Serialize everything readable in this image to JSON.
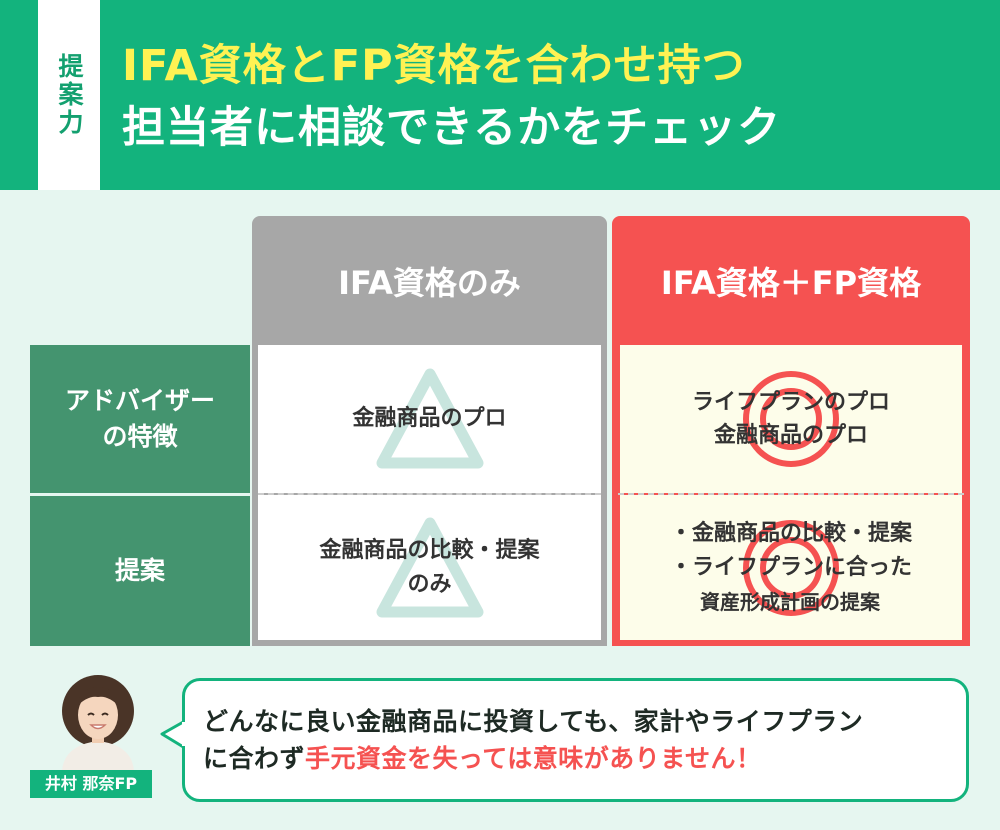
{
  "header": {
    "tag": "提案力",
    "title_line1": "IFA資格とFP資格を合わせ持つ",
    "title_line2": "担当者に相談できるかをチェック"
  },
  "columns": [
    {
      "label": "IFA資格のみ",
      "color": "#a7a7a7"
    },
    {
      "label": "IFA資格＋FP資格",
      "color": "#f55251"
    }
  ],
  "rows": [
    {
      "label": "アドバイザーの特徴",
      "label_line1": "アドバイザー",
      "label_line2": "の特徴"
    },
    {
      "label": "提案"
    }
  ],
  "cells": {
    "ifa_feature": {
      "mark": "triangle",
      "text": "金融商品のプロ"
    },
    "ifa_proposal": {
      "mark": "triangle",
      "line1": "金融商品の比較・提案",
      "line2": "のみ"
    },
    "both_feature": {
      "mark": "double-circle",
      "line1": "ライフプランのプロ",
      "line2": "金融商品のプロ"
    },
    "both_proposal": {
      "mark": "double-circle",
      "bullet1": "・金融商品の比較・提案",
      "bullet2": "・ライフプランに合った",
      "bullet2_cont": "資産形成計画の提案"
    }
  },
  "advisor": {
    "name": "井村 那奈FP"
  },
  "message": {
    "line1": "どんなに良い金融商品に投資しても、家計やライフプラン",
    "line2_prefix": "に合わず",
    "line2_highlight": "手元資金を失っては意味がありません！"
  },
  "colors": {
    "brand_green": "#13b37d",
    "title_yellow": "#fff253",
    "row_green": "#44946f",
    "accent_red": "#f55251",
    "background": "#e6f6f0"
  }
}
